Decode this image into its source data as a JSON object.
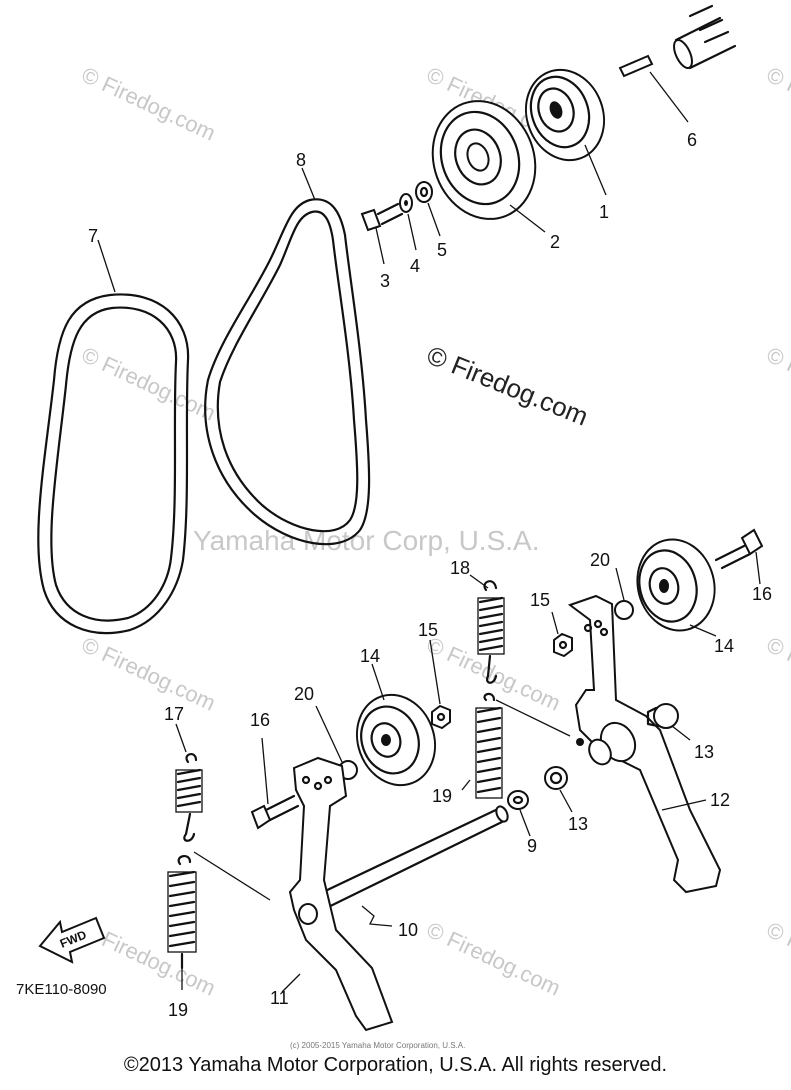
{
  "watermarks": {
    "firedog": "© Firedog.com",
    "firedog_center": "© Firedog.com",
    "corp": "Yamaha Motor Corp, U.S.A."
  },
  "diagram_code": "7KE110-8090",
  "fwd_label": "FWD",
  "small_copyright": "(c) 2005-2015 Yamaha Motor Corporation, U.S.A.",
  "copyright": "©2013 Yamaha Motor Corporation, U.S.A. All rights reserved.",
  "callouts": {
    "p1": "1",
    "p2": "2",
    "p3": "3",
    "p4": "4",
    "p5": "5",
    "p6": "6",
    "p7": "7",
    "p8": "8",
    "p9": "9",
    "p10": "10",
    "p11": "11",
    "p12": "12",
    "p13a": "13",
    "p13b": "13",
    "p14a": "14",
    "p14b": "14",
    "p15a": "15",
    "p15b": "15",
    "p16a": "16",
    "p16b": "16",
    "p17": "17",
    "p18": "18",
    "p19a": "19",
    "p19b": "19",
    "p20a": "20",
    "p20b": "20"
  }
}
